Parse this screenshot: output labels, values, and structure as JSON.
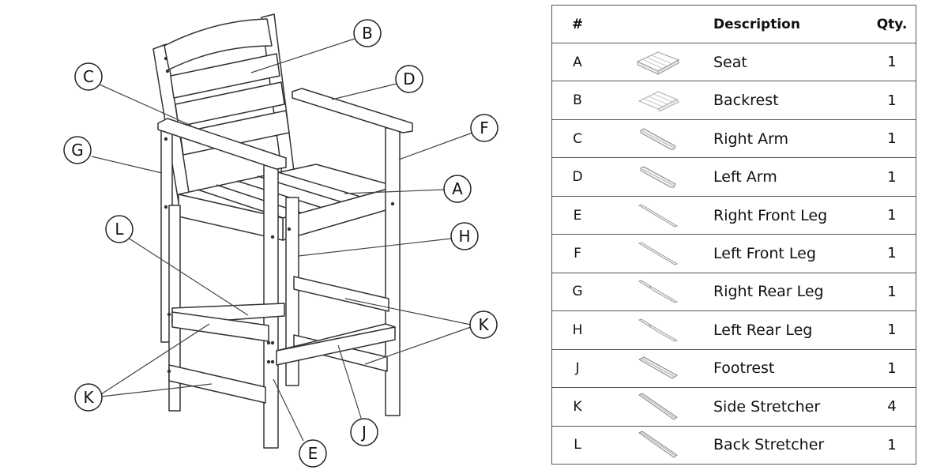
{
  "diagram": {
    "callouts": [
      {
        "id": "B"
      },
      {
        "id": "C"
      },
      {
        "id": "D"
      },
      {
        "id": "F"
      },
      {
        "id": "G"
      },
      {
        "id": "A"
      },
      {
        "id": "L"
      },
      {
        "id": "H"
      },
      {
        "id": "K"
      },
      {
        "id": "K"
      },
      {
        "id": "J"
      },
      {
        "id": "E"
      }
    ]
  },
  "table": {
    "headers": {
      "id": "#",
      "description": "Description",
      "qty": "Qty."
    },
    "rows": [
      {
        "id": "A",
        "description": "Seat",
        "qty": "1",
        "thumb": "seat"
      },
      {
        "id": "B",
        "description": "Backrest",
        "qty": "1",
        "thumb": "backrest"
      },
      {
        "id": "C",
        "description": "Right Arm",
        "qty": "1",
        "thumb": "arm"
      },
      {
        "id": "D",
        "description": "Left Arm",
        "qty": "1",
        "thumb": "arm"
      },
      {
        "id": "E",
        "description": "Right Front Leg",
        "qty": "1",
        "thumb": "leg"
      },
      {
        "id": "F",
        "description": "Left Front Leg",
        "qty": "1",
        "thumb": "leg"
      },
      {
        "id": "G",
        "description": "Right Rear Leg",
        "qty": "1",
        "thumb": "rear-leg"
      },
      {
        "id": "H",
        "description": "Left Rear Leg",
        "qty": "1",
        "thumb": "rear-leg"
      },
      {
        "id": "J",
        "description": "Footrest",
        "qty": "1",
        "thumb": "footrest"
      },
      {
        "id": "K",
        "description": "Side Stretcher",
        "qty": "4",
        "thumb": "stretcher"
      },
      {
        "id": "L",
        "description": "Back Stretcher",
        "qty": "1",
        "thumb": "stretcher"
      }
    ]
  }
}
